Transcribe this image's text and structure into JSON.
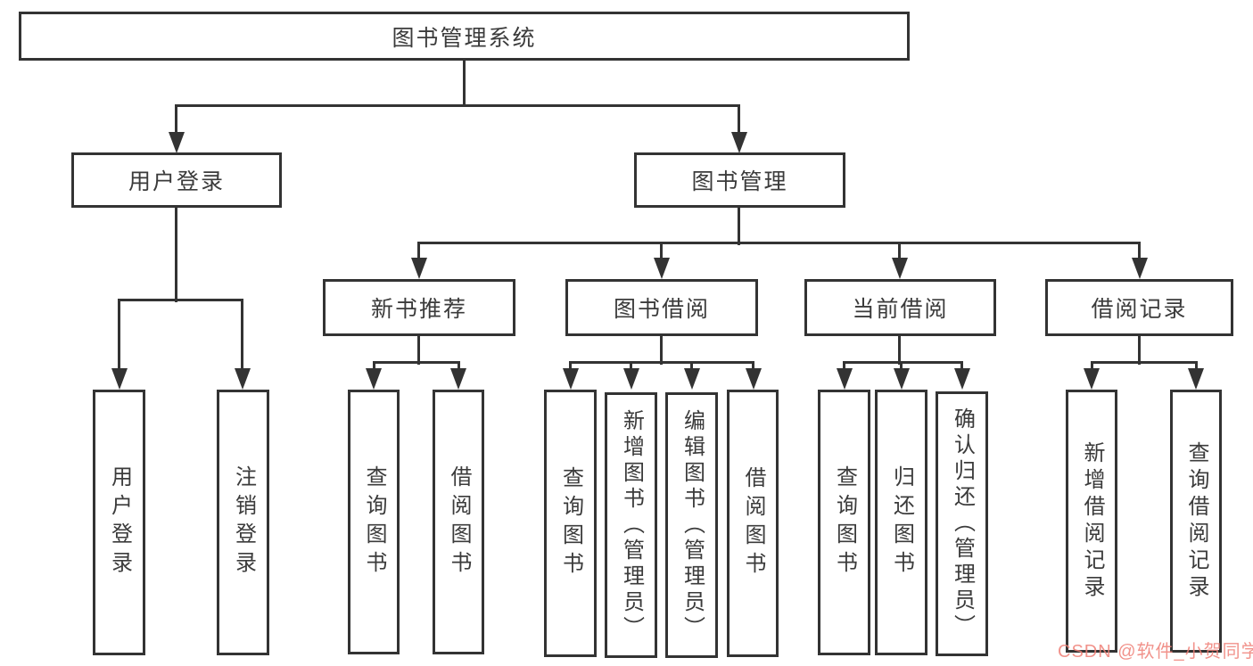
{
  "nodes": [
    {
      "id": "root",
      "label": "图书管理系统"
    },
    {
      "id": "user-login",
      "label": "用户登录"
    },
    {
      "id": "book-mgmt",
      "label": "图书管理"
    },
    {
      "id": "new-book-rec",
      "label": "新书推荐"
    },
    {
      "id": "book-borrow",
      "label": "图书借阅"
    },
    {
      "id": "current-borrow",
      "label": "当前借阅"
    },
    {
      "id": "borrow-record",
      "label": "借阅记录"
    },
    {
      "id": "leaf-user-login",
      "label": "用户登录"
    },
    {
      "id": "leaf-logout",
      "label": "注销登录"
    },
    {
      "id": "leaf-nb-query",
      "label": "查询图书"
    },
    {
      "id": "leaf-nb-borrow",
      "label": "借阅图书"
    },
    {
      "id": "leaf-bb-query",
      "label": "查询图书"
    },
    {
      "id": "leaf-bb-add",
      "label": "新增图书（管理员）"
    },
    {
      "id": "leaf-bb-edit",
      "label": "编辑图书（管理员）"
    },
    {
      "id": "leaf-bb-borrow",
      "label": "借阅图书"
    },
    {
      "id": "leaf-cb-query",
      "label": "查询图书"
    },
    {
      "id": "leaf-cb-return",
      "label": "归还图书"
    },
    {
      "id": "leaf-cb-confirm",
      "label": "确认归还（管理员）"
    },
    {
      "id": "leaf-br-add",
      "label": "新增借阅记录"
    },
    {
      "id": "leaf-br-query",
      "label": "查询借阅记录"
    }
  ],
  "edges": [
    {
      "from": "root",
      "to": [
        "user-login",
        "book-mgmt"
      ]
    },
    {
      "from": "user-login",
      "to": [
        "leaf-user-login",
        "leaf-logout"
      ]
    },
    {
      "from": "book-mgmt",
      "to": [
        "new-book-rec",
        "book-borrow",
        "current-borrow",
        "borrow-record"
      ]
    },
    {
      "from": "new-book-rec",
      "to": [
        "leaf-nb-query",
        "leaf-nb-borrow"
      ]
    },
    {
      "from": "book-borrow",
      "to": [
        "leaf-bb-query",
        "leaf-bb-add",
        "leaf-bb-edit",
        "leaf-bb-borrow"
      ]
    },
    {
      "from": "current-borrow",
      "to": [
        "leaf-cb-query",
        "leaf-cb-return",
        "leaf-cb-confirm"
      ]
    },
    {
      "from": "borrow-record",
      "to": [
        "leaf-br-add",
        "leaf-br-query"
      ]
    }
  ],
  "watermark": {
    "text": "CSDN @软件_小贺同学",
    "color": "#ef8077"
  },
  "colors": {
    "line": "#333333",
    "text": "#3b3b3b",
    "background": "#ffffff"
  }
}
